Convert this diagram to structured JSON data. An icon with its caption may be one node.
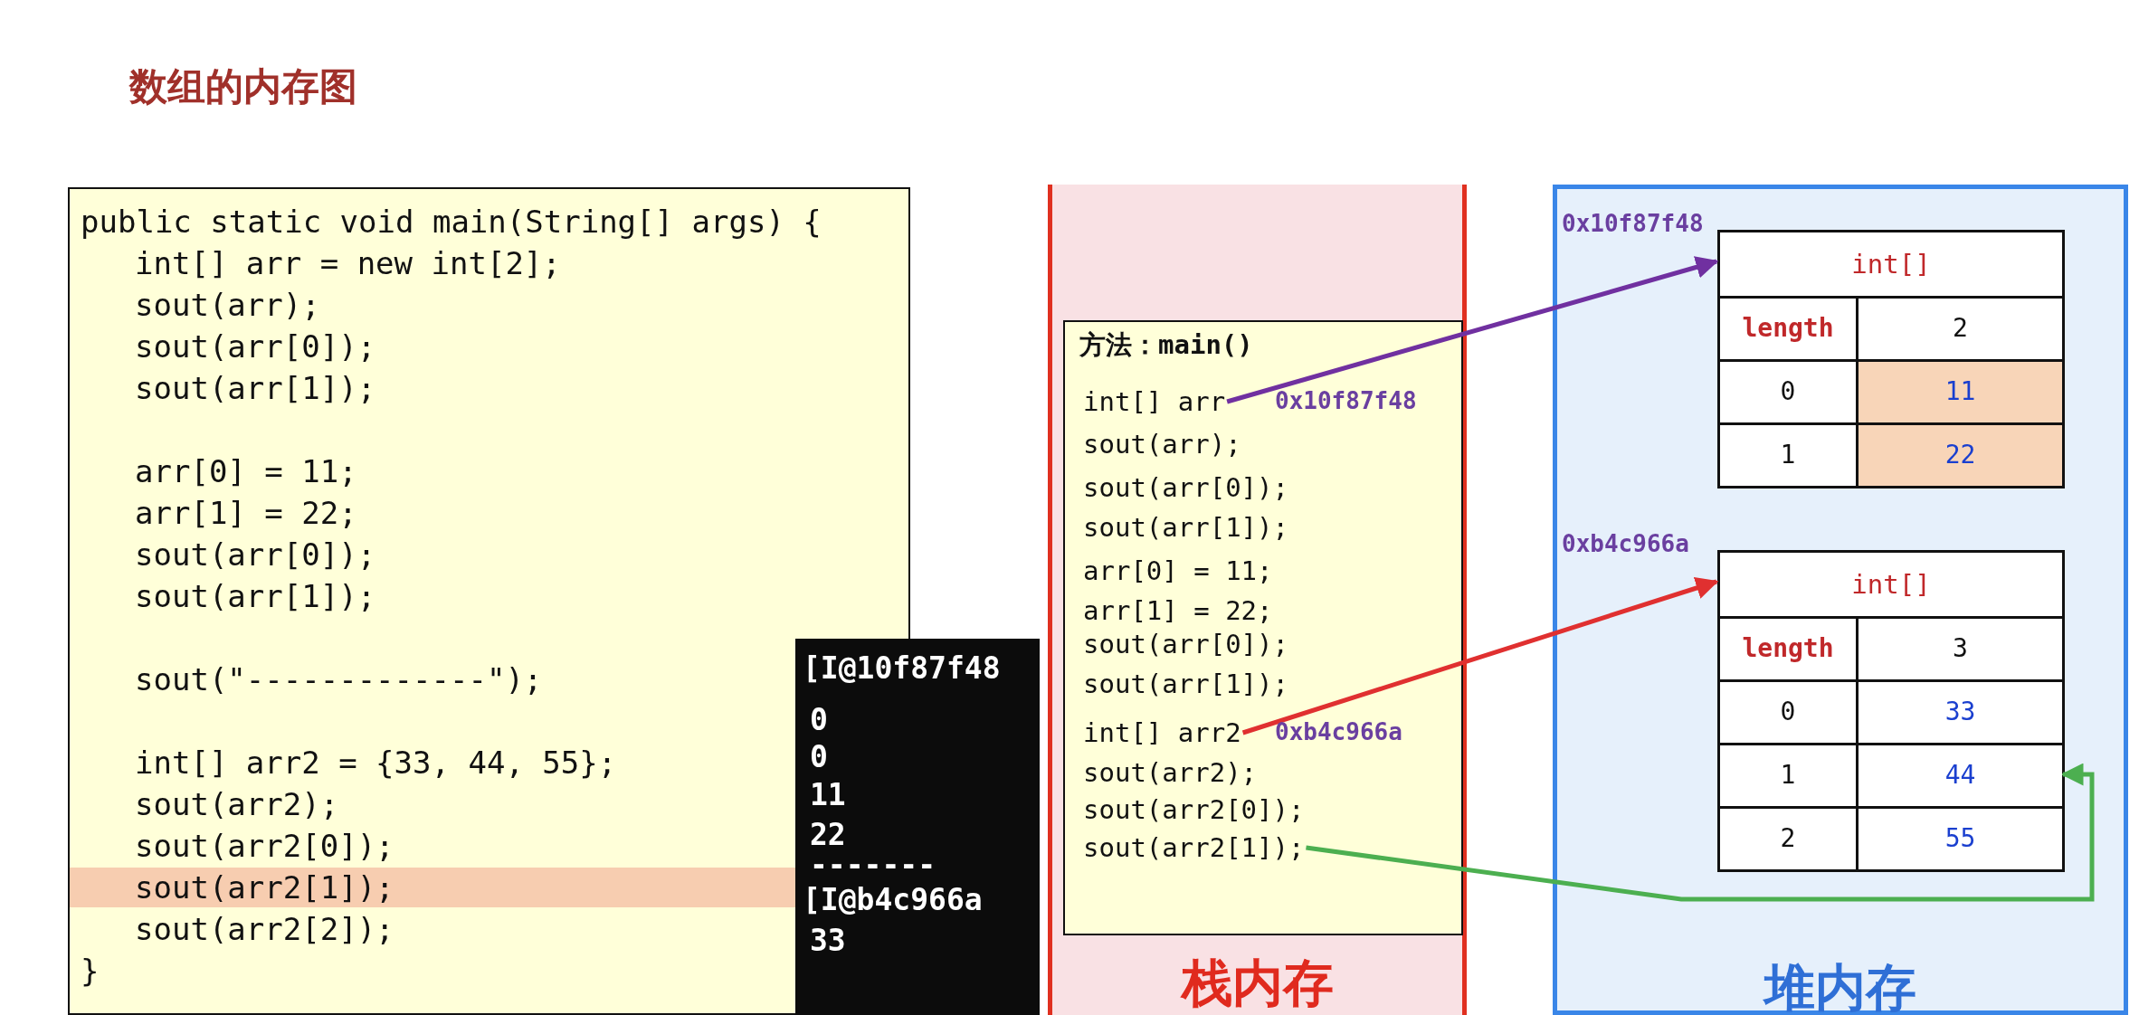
{
  "diagram": {
    "title": "数组的内存图",
    "nodes": [
      {
        "text": [
          "public static void main(String[] args) {",
          "int[] arr = new int[2];",
          "sout(arr);",
          "sout(arr[0]);",
          "sout(arr[1]);",
          "arr[0] = 11;",
          "arr[1] = 22;",
          "sout(arr[0]);",
          "sout(arr[1]);",
          "sout(\"-------------\");",
          "int[] arr2 = {33, 44, 55};",
          "sout(arr2);",
          "sout(arr2[0]);",
          "sout(arr2[1]);",
          "sout(arr2[2]);",
          "}"
        ]
      },
      {
        "text": [
          "[I@10f87f48",
          "0",
          "0",
          "11",
          "22",
          "-------",
          "[I@b4c966a",
          "33"
        ]
      },
      {
        "text": [
          "栈内存"
        ]
      },
      {
        "text": [
          "方法：main()"
        ],
        "in": 2
      },
      {
        "text": [
          "int[] arr"
        ],
        "in": 3,
        "beside": [
          "0x10f87f48"
        ]
      },
      {
        "text": [
          "sout(arr);"
        ],
        "in": 3
      },
      {
        "text": [
          "sout(arr[0]);"
        ],
        "in": 3
      },
      {
        "text": [
          "sout(arr[1]);"
        ],
        "in": 3
      },
      {
        "text": [
          "arr[0] = 11;"
        ],
        "in": 3
      },
      {
        "text": [
          "arr[1] = 22;"
        ],
        "in": 3
      },
      {
        "text": [
          "sout(arr[0]);"
        ],
        "in": 3
      },
      {
        "text": [
          "sout(arr[1]);"
        ],
        "in": 3
      },
      {
        "text": [
          "int[] arr2"
        ],
        "in": 3,
        "beside": [
          "0xb4c966a"
        ]
      },
      {
        "text": [
          "sout(arr2);"
        ],
        "in": 3
      },
      {
        "text": [
          "sout(arr2[0]);"
        ],
        "in": 3
      },
      {
        "text": [
          "sout(arr2[1]);"
        ],
        "in": 3
      },
      {
        "text": [
          "堆内存"
        ]
      },
      {
        "text": [
          "int[]"
        ],
        "in": 16,
        "beside": [
          "0x10f87f48"
        ]
      },
      {
        "text": [
          "length"
        ],
        "in": 17
      },
      {
        "text": [
          "2"
        ],
        "in": 17
      },
      {
        "text": [
          "0"
        ],
        "in": 17
      },
      {
        "text": [
          "11"
        ],
        "in": 17
      },
      {
        "text": [
          "1"
        ],
        "in": 17
      },
      {
        "text": [
          "22"
        ],
        "in": 17
      },
      {
        "text": [
          "int[]"
        ],
        "in": 16,
        "beside": [
          "0xb4c966a"
        ]
      },
      {
        "text": [
          "length"
        ],
        "in": 24
      },
      {
        "text": [
          "3"
        ],
        "in": 24
      },
      {
        "text": [
          "0"
        ],
        "in": 24
      },
      {
        "text": [
          "33"
        ],
        "in": 24
      },
      {
        "text": [
          "1"
        ],
        "in": 24
      },
      {
        "text": [
          "44"
        ],
        "in": 24
      },
      {
        "text": [
          "2"
        ],
        "in": 24
      },
      {
        "text": [
          "55"
        ],
        "in": 24
      }
    ],
    "edges": [
      {
        "from": 4,
        "to": 17,
        "arrow": "to",
        "color": "#7030a0"
      },
      {
        "from": 12,
        "to": 24,
        "arrow": "to",
        "color": "#e03030"
      },
      {
        "from": 15,
        "to": 30,
        "arrow": "to",
        "color": "#4caf50"
      }
    ]
  }
}
